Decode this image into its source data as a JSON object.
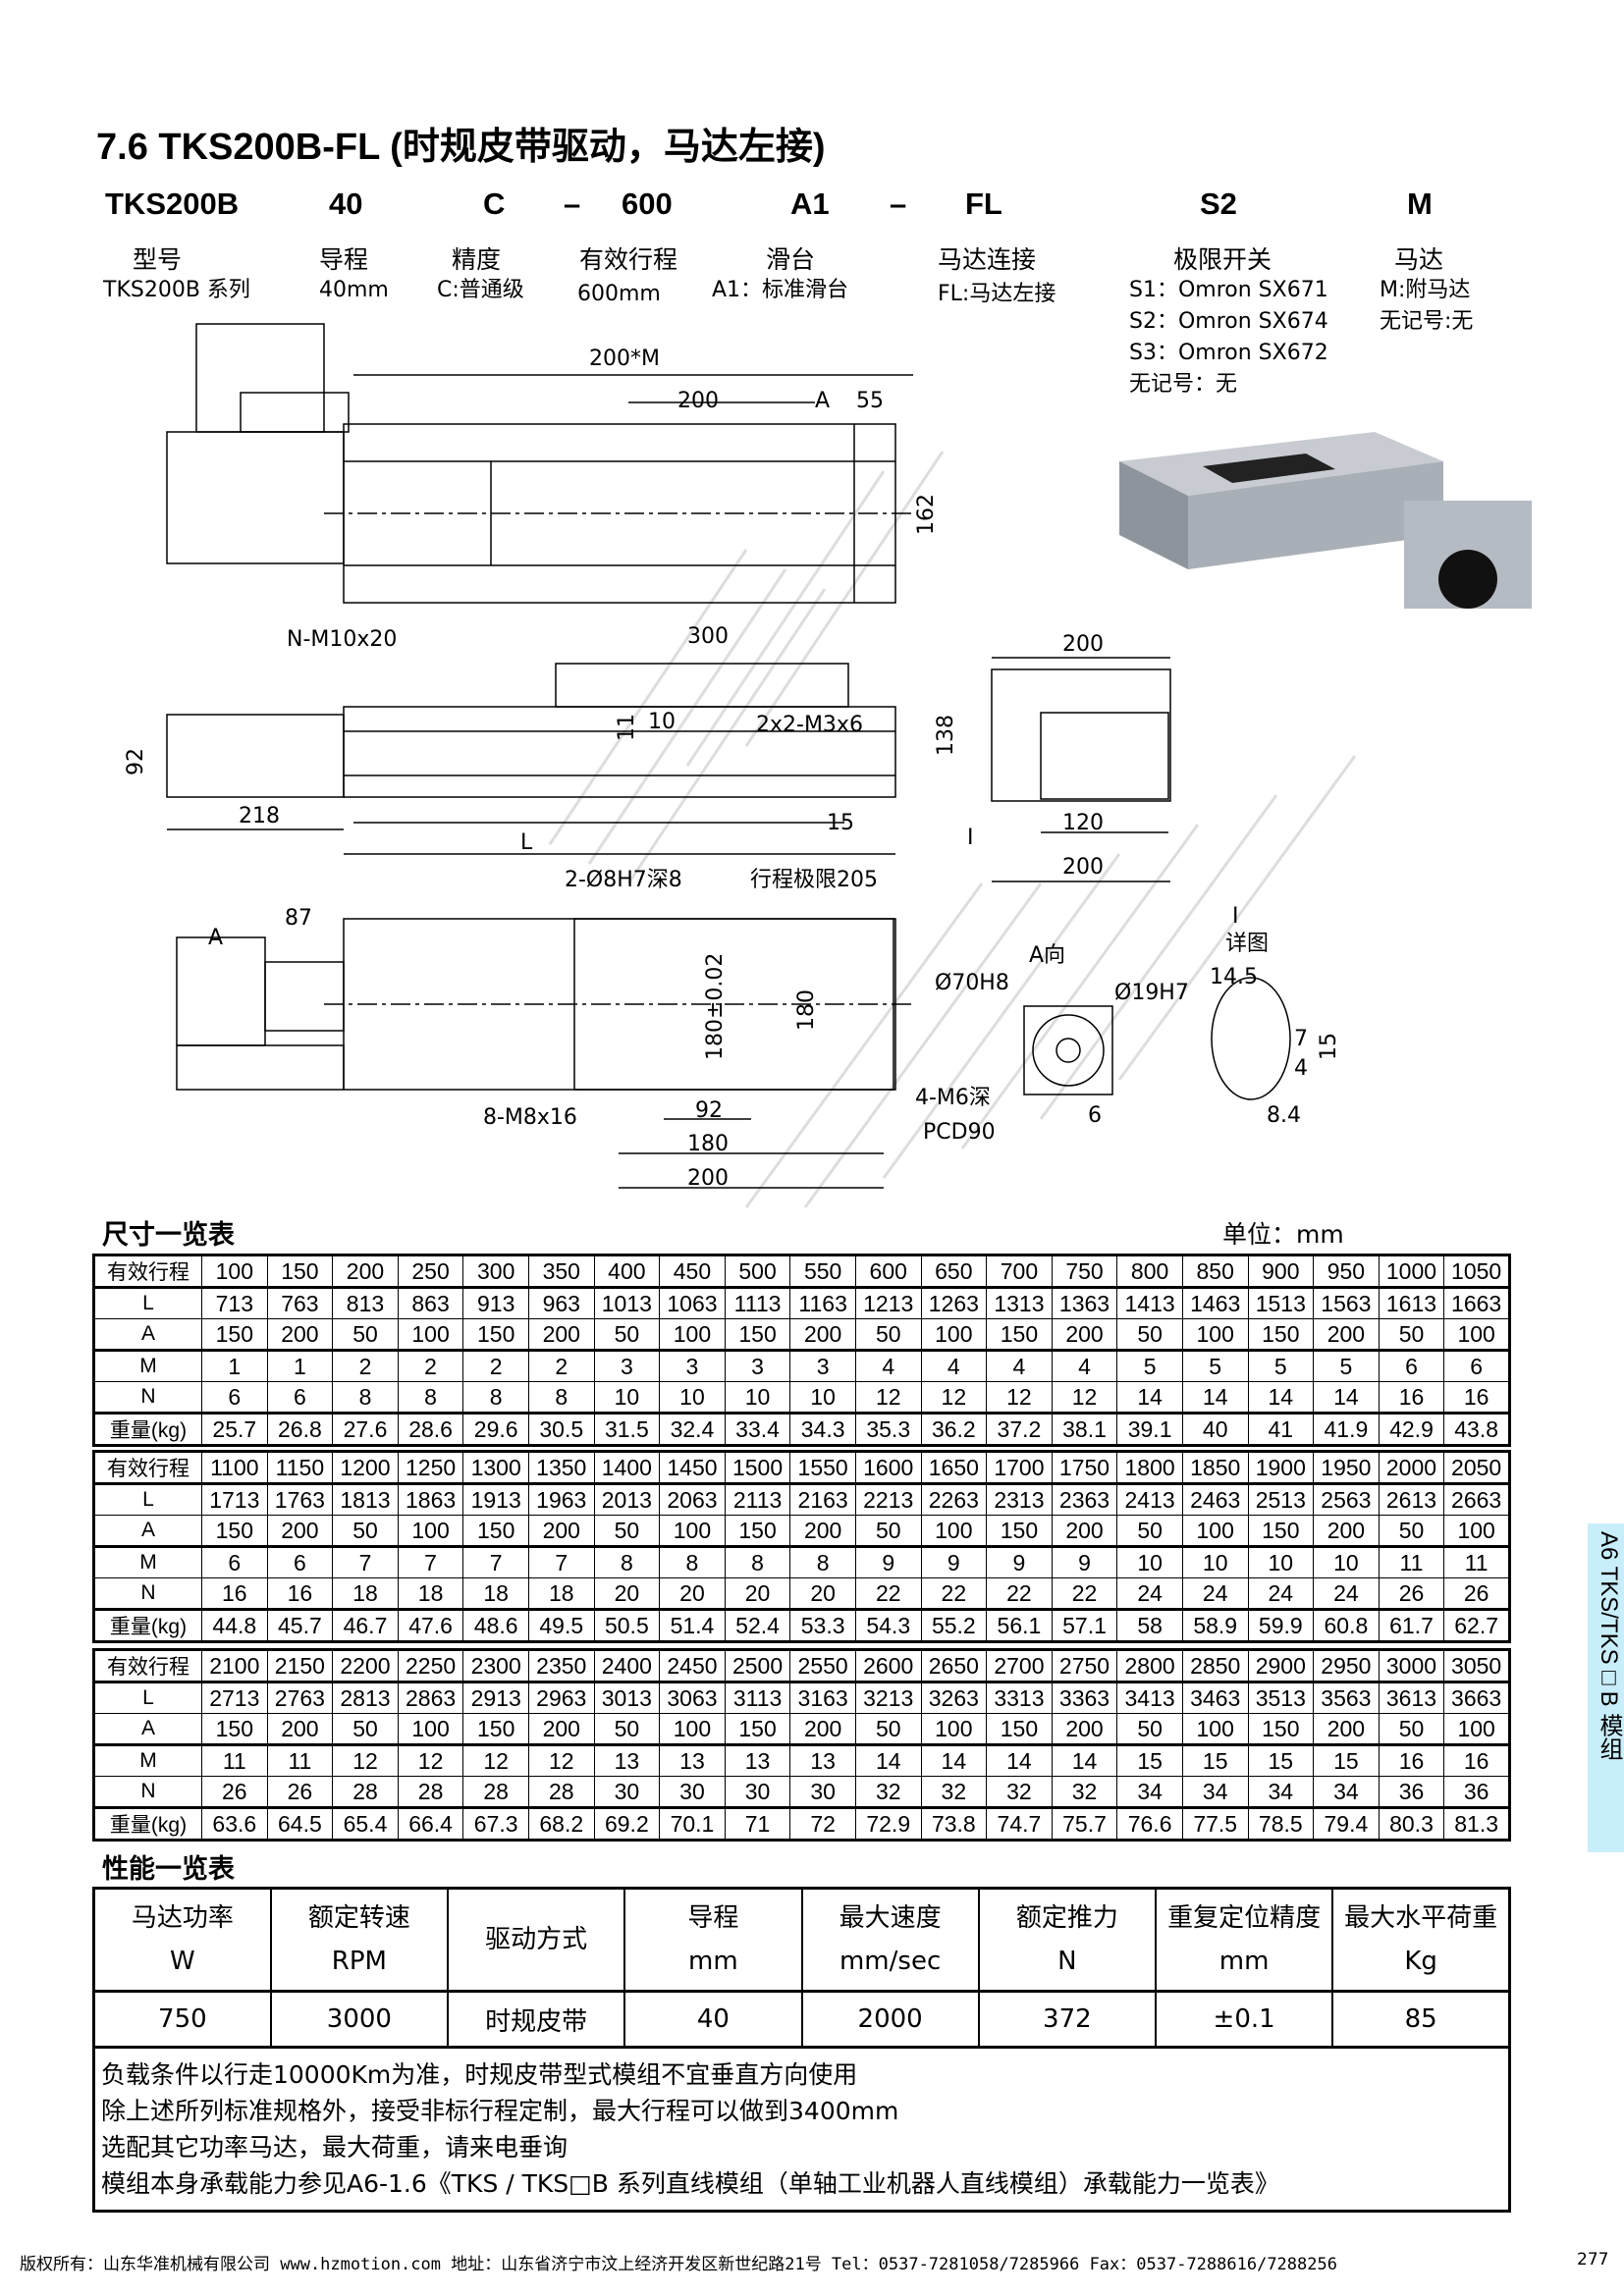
{
  "title": "7.6 TKS200B-FL (时规皮带驱动，马达左接)",
  "code": {
    "parts": [
      "TKS200B",
      "40",
      "C",
      "–",
      "600",
      "A1",
      "–",
      "FL",
      "S2",
      "M"
    ]
  },
  "fields": [
    {
      "label": "型号",
      "desc": [
        "TKS200B 系列"
      ]
    },
    {
      "label": "导程",
      "desc": [
        "40mm"
      ]
    },
    {
      "label": "精度",
      "desc": [
        "C:普通级"
      ]
    },
    {
      "label": "有效行程",
      "desc": [
        "600mm"
      ]
    },
    {
      "label": "滑台",
      "desc": [
        "A1：标准滑台"
      ]
    },
    {
      "label": "马达连接",
      "desc": [
        "FL:马达左接"
      ]
    },
    {
      "label": "极限开关",
      "desc": [
        "S1：Omron SX671",
        "S2：Omron SX674",
        "S3：Omron SX672",
        "无记号：无"
      ]
    },
    {
      "label": "马达",
      "desc": [
        "M:附马达",
        "无记号:无"
      ]
    }
  ],
  "dims": {
    "d200M": "200*M",
    "d200a": "200",
    "dA": "A",
    "d55": "55",
    "d162": "162",
    "nm10": "N-M10x20",
    "d300": "300",
    "d200b": "200",
    "d10": "10",
    "d11": "11",
    "m3": "2x2-M3x6",
    "d92": "92",
    "d218": "218",
    "dL": "L",
    "d15": "15",
    "d138": "138",
    "dI": "I",
    "d120": "120",
    "d200c": "200",
    "pin": "2-Ø8H7深8",
    "stroke205": "行程极限205",
    "d87": "87",
    "dA2": "A",
    "d180t": "180±0.02",
    "d180": "180",
    "m8": "8-M8x16",
    "d92b": "92",
    "d180b": "180",
    "d200d": "200",
    "aview": "A向",
    "d70": "Ø70H8",
    "d19": "Ø19H7",
    "m6": "4-M6深",
    "pcd": "PCD90",
    "d6": "6",
    "dI2": "I",
    "detail": "详图",
    "d145": "14.5",
    "d15b": "15",
    "d7": "7",
    "d4": "4",
    "d84": "8.4"
  },
  "watermark": {
    "en": "HZMotion",
    "cn": "华准机械有限公司"
  },
  "dim_table": {
    "title": "尺寸一览表",
    "unit": "单位：mm",
    "row_labels": [
      "有效行程",
      "L",
      "A",
      "M",
      "N",
      "重量(kg)"
    ],
    "blocks": [
      {
        "rows": [
          [
            100,
            150,
            200,
            250,
            300,
            350,
            400,
            450,
            500,
            550,
            600,
            650,
            700,
            750,
            800,
            850,
            900,
            950,
            1000,
            1050
          ],
          [
            713,
            763,
            813,
            863,
            913,
            963,
            1013,
            1063,
            1113,
            1163,
            1213,
            1263,
            1313,
            1363,
            1413,
            1463,
            1513,
            1563,
            1613,
            1663
          ],
          [
            150,
            200,
            50,
            100,
            150,
            200,
            50,
            100,
            150,
            200,
            50,
            100,
            150,
            200,
            50,
            100,
            150,
            200,
            50,
            100
          ],
          [
            1,
            1,
            2,
            2,
            2,
            2,
            3,
            3,
            3,
            3,
            4,
            4,
            4,
            4,
            5,
            5,
            5,
            5,
            6,
            6
          ],
          [
            6,
            6,
            8,
            8,
            8,
            8,
            10,
            10,
            10,
            10,
            12,
            12,
            12,
            12,
            14,
            14,
            14,
            14,
            16,
            16
          ],
          [
            25.7,
            26.8,
            27.6,
            28.6,
            29.6,
            30.5,
            31.5,
            32.4,
            33.4,
            34.3,
            35.3,
            36.2,
            37.2,
            38.1,
            39.1,
            40,
            41,
            41.9,
            42.9,
            43.8
          ]
        ]
      },
      {
        "rows": [
          [
            1100,
            1150,
            1200,
            1250,
            1300,
            1350,
            1400,
            1450,
            1500,
            1550,
            1600,
            1650,
            1700,
            1750,
            1800,
            1850,
            1900,
            1950,
            2000,
            2050
          ],
          [
            1713,
            1763,
            1813,
            1863,
            1913,
            1963,
            2013,
            2063,
            2113,
            2163,
            2213,
            2263,
            2313,
            2363,
            2413,
            2463,
            2513,
            2563,
            2613,
            2663
          ],
          [
            150,
            200,
            50,
            100,
            150,
            200,
            50,
            100,
            150,
            200,
            50,
            100,
            150,
            200,
            50,
            100,
            150,
            200,
            50,
            100
          ],
          [
            6,
            6,
            7,
            7,
            7,
            7,
            8,
            8,
            8,
            8,
            9,
            9,
            9,
            9,
            10,
            10,
            10,
            10,
            11,
            11
          ],
          [
            16,
            16,
            18,
            18,
            18,
            18,
            20,
            20,
            20,
            20,
            22,
            22,
            22,
            22,
            24,
            24,
            24,
            24,
            26,
            26
          ],
          [
            44.8,
            45.7,
            46.7,
            47.6,
            48.6,
            49.5,
            50.5,
            51.4,
            52.4,
            53.3,
            54.3,
            55.2,
            56.1,
            57.1,
            58,
            58.9,
            59.9,
            60.8,
            61.7,
            62.7
          ]
        ]
      },
      {
        "rows": [
          [
            2100,
            2150,
            2200,
            2250,
            2300,
            2350,
            2400,
            2450,
            2500,
            2550,
            2600,
            2650,
            2700,
            2750,
            2800,
            2850,
            2900,
            2950,
            3000,
            3050
          ],
          [
            2713,
            2763,
            2813,
            2863,
            2913,
            2963,
            3013,
            3063,
            3113,
            3163,
            3213,
            3263,
            3313,
            3363,
            3413,
            3463,
            3513,
            3563,
            3613,
            3663
          ],
          [
            150,
            200,
            50,
            100,
            150,
            200,
            50,
            100,
            150,
            200,
            50,
            100,
            150,
            200,
            50,
            100,
            150,
            200,
            50,
            100
          ],
          [
            11,
            11,
            12,
            12,
            12,
            12,
            13,
            13,
            13,
            13,
            14,
            14,
            14,
            14,
            15,
            15,
            15,
            15,
            16,
            16
          ],
          [
            26,
            26,
            28,
            28,
            28,
            28,
            30,
            30,
            30,
            30,
            32,
            32,
            32,
            32,
            34,
            34,
            34,
            34,
            36,
            36
          ],
          [
            63.6,
            64.5,
            65.4,
            66.4,
            67.3,
            68.2,
            69.2,
            70.1,
            71,
            72,
            72.9,
            73.8,
            74.7,
            75.7,
            76.6,
            77.5,
            78.5,
            79.4,
            80.3,
            81.3
          ]
        ]
      }
    ]
  },
  "perf": {
    "title": "性能一览表",
    "headers": [
      {
        "name": "马达功率",
        "unit": "W"
      },
      {
        "name": "额定转速",
        "unit": "RPM"
      },
      {
        "name": "驱动方式",
        "unit": ""
      },
      {
        "name": "导程",
        "unit": "mm"
      },
      {
        "name": "最大速度",
        "unit": "mm/sec"
      },
      {
        "name": "额定推力",
        "unit": "N"
      },
      {
        "name": "重复定位精度",
        "unit": "mm"
      },
      {
        "name": "最大水平荷重",
        "unit": "Kg"
      }
    ],
    "values": [
      "750",
      "3000",
      "时规皮带",
      "40",
      "2000",
      "372",
      "±0.1",
      "85"
    ],
    "notes": [
      "负载条件以行走10000Km为准，时规皮带型式模组不宜垂直方向使用",
      "除上述所列标准规格外，接受非标行程定制，最大行程可以做到3400mm",
      "选配其它功率马达，最大荷重，请来电垂询",
      "模组本身承载能力参见A6-1.6《TKS / TKS□B 系列直线模组（单轴工业机器人直线模组）承载能力一览表》"
    ]
  },
  "side_tab": "A6 TKS/TKS□B 模组",
  "footer": "版权所有：山东华准机械有限公司 www.hzmotion.com   地址：山东省济宁市汶上经济开发区新世纪路21号  Tel：0537-7281058/7285966 Fax：0537-7288616/7288256",
  "page_number": "277",
  "colors": {
    "side_tab": "#c9eefb",
    "watermark": "#dddddd"
  }
}
